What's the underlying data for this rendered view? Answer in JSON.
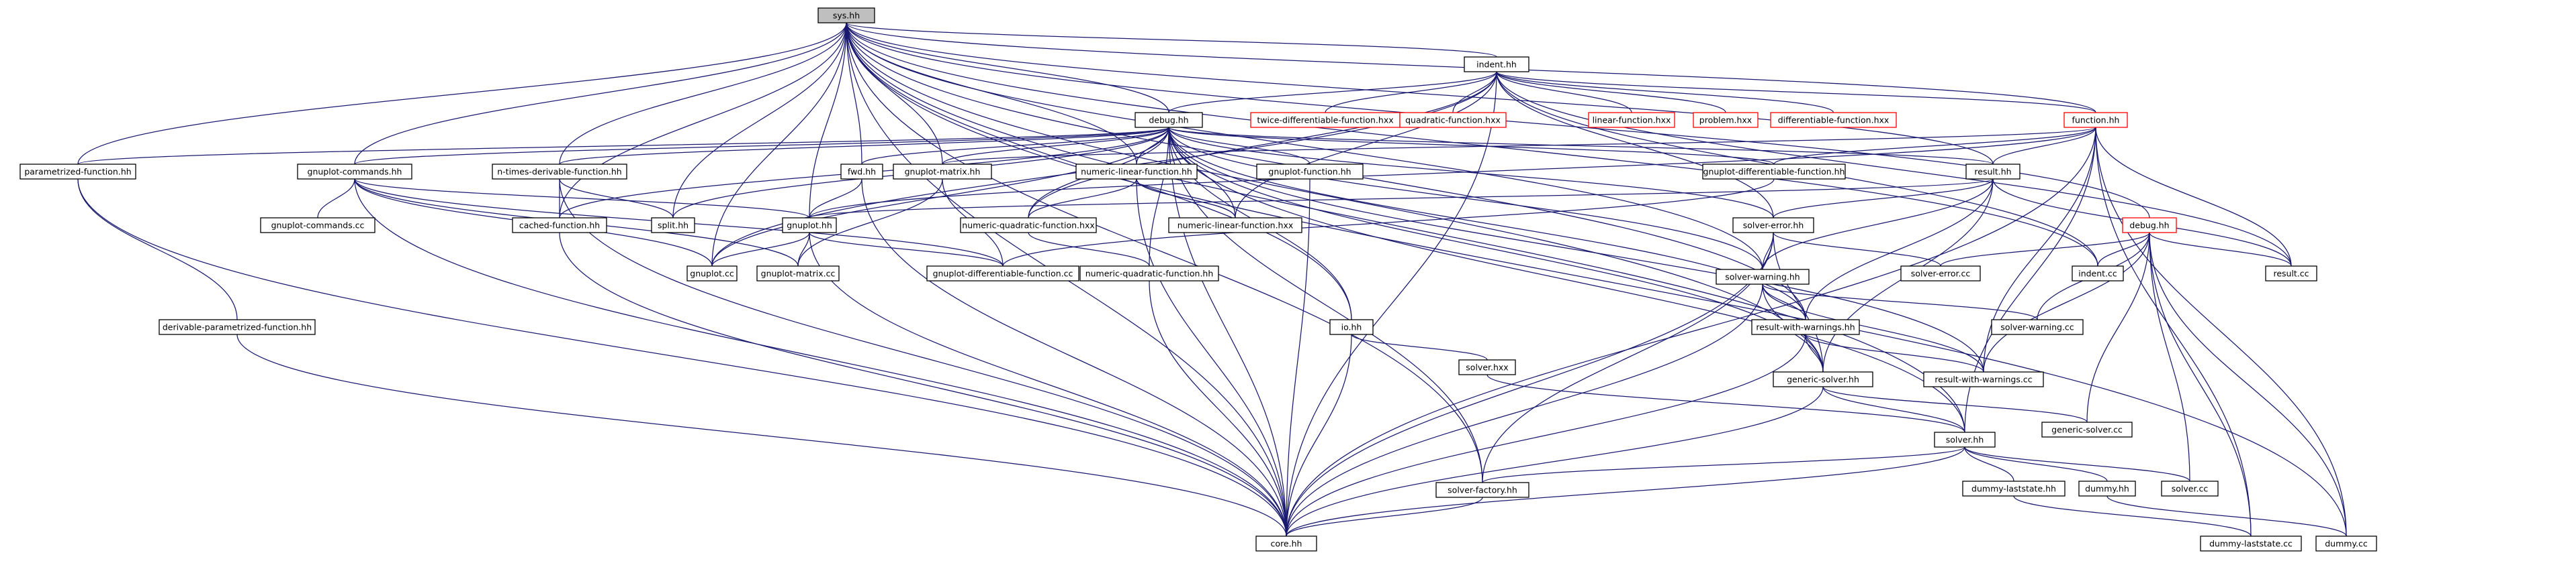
{
  "diagram": {
    "colors": {
      "edge": "#191970",
      "root_fill": "#bfbfbf",
      "node_fill": "#ffffff",
      "border": "#000000",
      "border_external": "#ff0000"
    },
    "nodes": [
      {
        "id": "sys",
        "label": "sys.hh"
      },
      {
        "id": "indent",
        "label": "indent.hh"
      },
      {
        "id": "debug",
        "label": "debug.hh"
      },
      {
        "id": "twice",
        "label": "twice-differentiable-function.hxx",
        "border": "red"
      },
      {
        "id": "quadratic",
        "label": "quadratic-function.hxx",
        "border": "red"
      },
      {
        "id": "linear",
        "label": "linear-function.hxx",
        "border": "red"
      },
      {
        "id": "problem",
        "label": "problem.hxx",
        "border": "red"
      },
      {
        "id": "diffhxx",
        "label": "differentiable-function.hxx",
        "border": "red"
      },
      {
        "id": "function",
        "label": "function.hh",
        "border": "red"
      },
      {
        "id": "param",
        "label": "parametrized-function.hh"
      },
      {
        "id": "gpcmd",
        "label": "gnuplot-commands.hh"
      },
      {
        "id": "ntimes",
        "label": "n-times-derivable-function.hh"
      },
      {
        "id": "fwd",
        "label": "fwd.hh"
      },
      {
        "id": "gpmatrix",
        "label": "gnuplot-matrix.hh"
      },
      {
        "id": "nlf",
        "label": "numeric-linear-function.hh"
      },
      {
        "id": "gpfunc",
        "label": "gnuplot-function.hh"
      },
      {
        "id": "gpdiff",
        "label": "gnuplot-differentiable-function.hh"
      },
      {
        "id": "result",
        "label": "result.hh"
      },
      {
        "id": "gpcmdcc",
        "label": "gnuplot-commands.cc"
      },
      {
        "id": "cached",
        "label": "cached-function.hh"
      },
      {
        "id": "split",
        "label": "split.hh"
      },
      {
        "id": "gnuplot",
        "label": "gnuplot.hh"
      },
      {
        "id": "nqfhxx",
        "label": "numeric-quadratic-function.hxx"
      },
      {
        "id": "nlfhxx",
        "label": "numeric-linear-function.hxx"
      },
      {
        "id": "solvererr",
        "label": "solver-error.hh"
      },
      {
        "id": "debugh2",
        "label": "debug.hh",
        "border": "red"
      },
      {
        "id": "gpcc",
        "label": "gnuplot.cc"
      },
      {
        "id": "gpmatcc",
        "label": "gnuplot-matrix.cc"
      },
      {
        "id": "gpdiffcc",
        "label": "gnuplot-differentiable-function.cc"
      },
      {
        "id": "nqf",
        "label": "numeric-quadratic-function.hh"
      },
      {
        "id": "solvererrcc",
        "label": "solver-error.cc"
      },
      {
        "id": "indentcc",
        "label": "indent.cc"
      },
      {
        "id": "resultcc",
        "label": "result.cc"
      },
      {
        "id": "solverwarn",
        "label": "solver-warning.hh"
      },
      {
        "id": "derivparam",
        "label": "derivable-parametrized-function.hh"
      },
      {
        "id": "io",
        "label": "io.hh"
      },
      {
        "id": "rww",
        "label": "result-with-warnings.hh"
      },
      {
        "id": "solverwarncc",
        "label": "solver-warning.cc"
      },
      {
        "id": "solverhxx",
        "label": "solver.hxx"
      },
      {
        "id": "generic",
        "label": "generic-solver.hh"
      },
      {
        "id": "rwwcc",
        "label": "result-with-warnings.cc"
      },
      {
        "id": "genericcc",
        "label": "generic-solver.cc"
      },
      {
        "id": "solver",
        "label": "solver.hh"
      },
      {
        "id": "solverfactory",
        "label": "solver-factory.hh"
      },
      {
        "id": "dummyls",
        "label": "dummy-laststate.hh"
      },
      {
        "id": "dummy",
        "label": "dummy.hh"
      },
      {
        "id": "solvercc",
        "label": "solver.cc"
      },
      {
        "id": "core",
        "label": "core.hh"
      },
      {
        "id": "dummylscc",
        "label": "dummy-laststate.cc"
      },
      {
        "id": "dummycc",
        "label": "dummy.cc"
      }
    ]
  }
}
